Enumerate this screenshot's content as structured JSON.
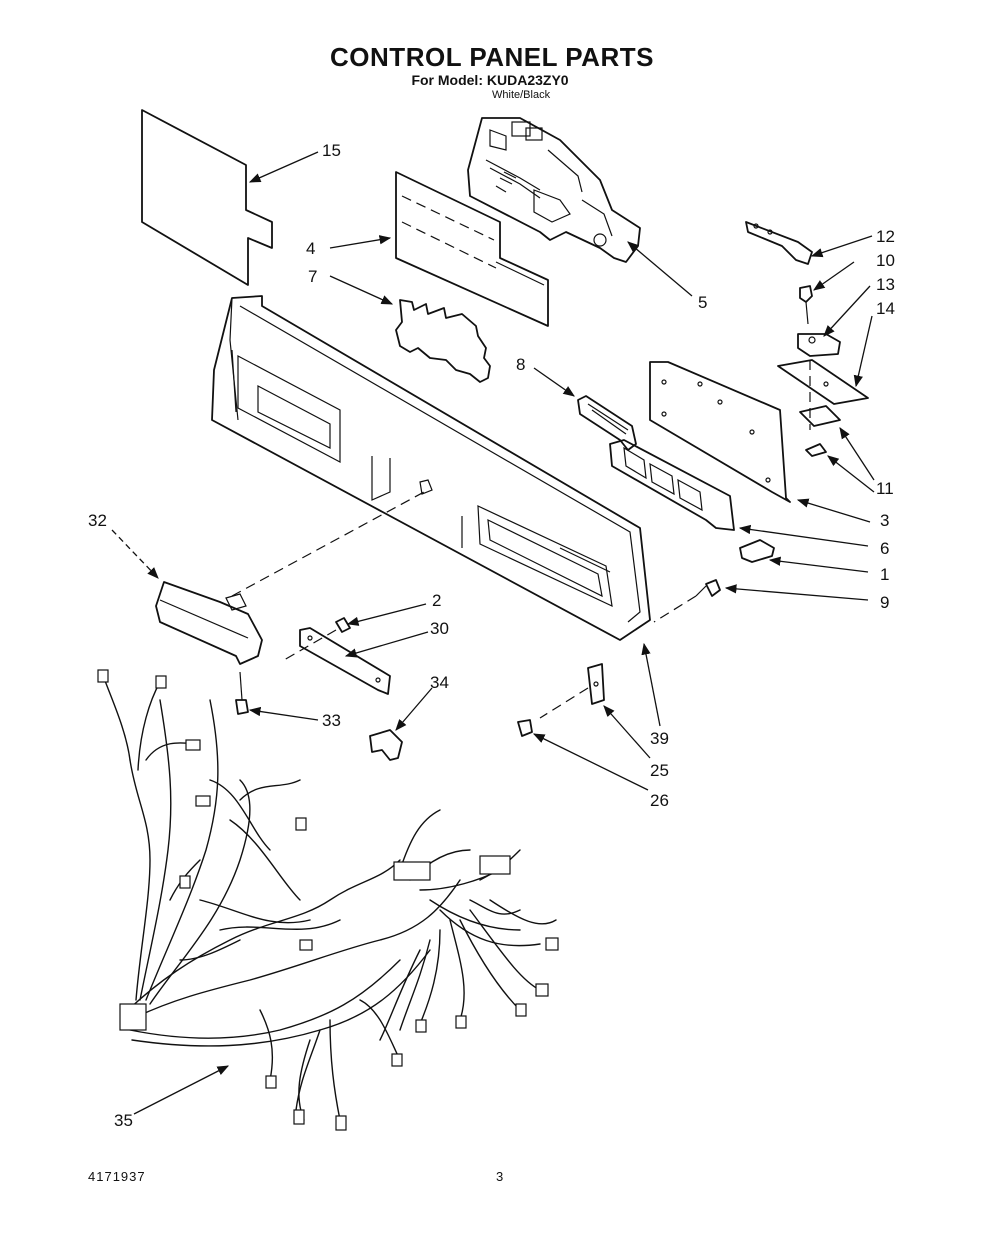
{
  "header": {
    "title": "CONTROL PANEL PARTS",
    "model": "For Model: KUDA23ZY0",
    "color": "White/Black"
  },
  "footer": {
    "doc_number": "4171937",
    "page_number": "3"
  },
  "callouts": {
    "c15": "15",
    "c4": "4",
    "c7": "7",
    "c5": "5",
    "c12": "12",
    "c10": "10",
    "c13": "13",
    "c14": "14",
    "c8": "8",
    "c11": "11",
    "c3": "3",
    "c6": "6",
    "c1": "1",
    "c9": "9",
    "c32": "32",
    "c2": "2",
    "c30": "30",
    "c34": "34",
    "c33": "33",
    "c39": "39",
    "c25": "25",
    "c26": "26",
    "c35": "35"
  }
}
